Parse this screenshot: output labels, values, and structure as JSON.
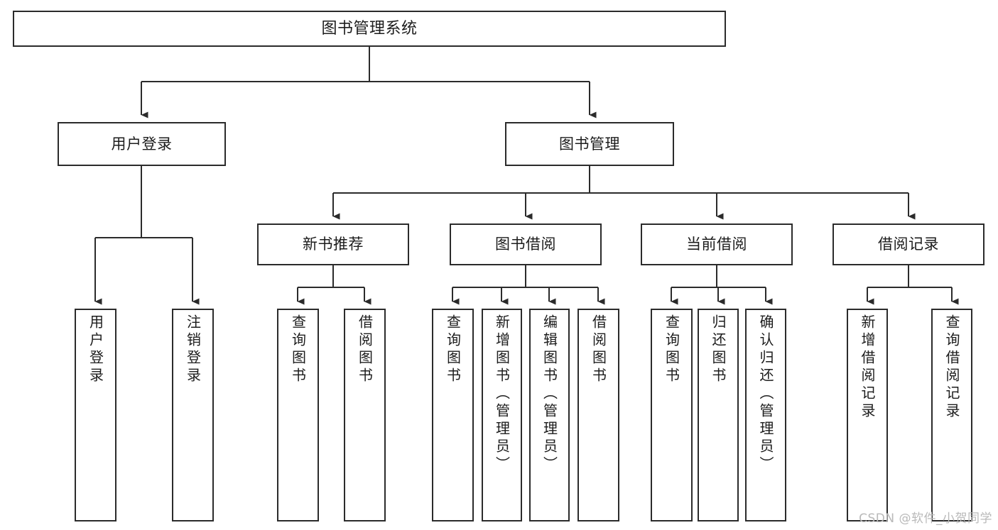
{
  "diagram": {
    "type": "tree-hierarchy",
    "title": "图书管理系统",
    "colors": {
      "background": "#ffffff",
      "box_border": "#2b2b2b",
      "box_fill": "#ffffff",
      "connector": "#2b2b2b",
      "text": "#1c1c1c",
      "watermark": "#b9b9b9"
    },
    "levels": {
      "root": {
        "label": "图书管理系统"
      },
      "level2": [
        {
          "id": "user-login",
          "label": "用户登录"
        },
        {
          "id": "book-management",
          "label": "图书管理"
        }
      ],
      "level3": [
        {
          "id": "new-book-recommend",
          "label": "新书推荐"
        },
        {
          "id": "book-borrow",
          "label": "图书借阅"
        },
        {
          "id": "current-borrow",
          "label": "当前借阅"
        },
        {
          "id": "borrow-record",
          "label": "借阅记录"
        }
      ],
      "leaves": [
        {
          "id": "leaf-user-login",
          "label": "用户登录",
          "parent": "user-login"
        },
        {
          "id": "leaf-logout-login",
          "label": "注销登录",
          "parent": "user-login"
        },
        {
          "id": "leaf-query-book-1",
          "label": "查询图书",
          "parent": "new-book-recommend"
        },
        {
          "id": "leaf-borrow-book-1",
          "label": "借阅图书",
          "parent": "new-book-recommend"
        },
        {
          "id": "leaf-query-book-2",
          "label": "查询图书",
          "parent": "book-borrow"
        },
        {
          "id": "leaf-add-book-admin",
          "label": "新增图书（管理员）",
          "parent": "book-borrow"
        },
        {
          "id": "leaf-edit-book-admin",
          "label": "编辑图书（管理员）",
          "parent": "book-borrow"
        },
        {
          "id": "leaf-borrow-book-2",
          "label": "借阅图书",
          "parent": "book-borrow"
        },
        {
          "id": "leaf-query-book-3",
          "label": "查询图书",
          "parent": "current-borrow"
        },
        {
          "id": "leaf-return-book",
          "label": "归还图书",
          "parent": "current-borrow"
        },
        {
          "id": "leaf-confirm-return-admin",
          "label": "确认归还（管理员）",
          "parent": "current-borrow"
        },
        {
          "id": "leaf-add-borrow-record",
          "label": "新增借阅记录",
          "parent": "borrow-record"
        },
        {
          "id": "leaf-query-borrow-record",
          "label": "查询借阅记录",
          "parent": "borrow-record"
        }
      ]
    },
    "watermark": "CSDN @软件_小贺同学"
  }
}
